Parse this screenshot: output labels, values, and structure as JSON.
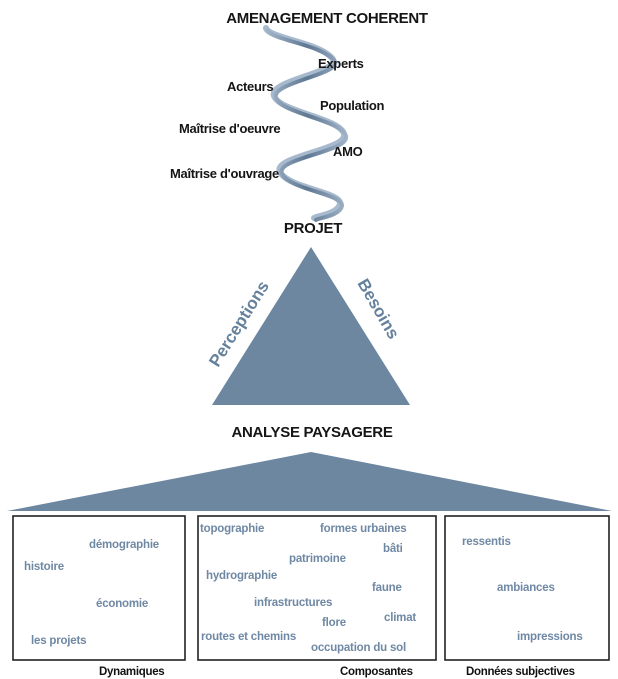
{
  "title": "AMENAGEMENT COHERENT",
  "spiral_labels": {
    "experts": "Experts",
    "acteurs": "Acteurs",
    "population": "Population",
    "maitrise_oeuvre": "Maîtrise d'oeuvre",
    "amo": "AMO",
    "maitrise_ouvrage": "Maîtrise d'ouvrage"
  },
  "projet_label": "PROJET",
  "triangle": {
    "left_label": "Perceptions",
    "right_label": "Besoins"
  },
  "analyse_label": "ANALYSE PAYSAGERE",
  "boxes": {
    "dynamiques": {
      "title": "Dynamiques",
      "items": [
        "démographie",
        "histoire",
        "économie",
        "les projets"
      ]
    },
    "composantes": {
      "title": "Composantes",
      "items": [
        "topographie",
        "formes urbaines",
        "bâti",
        "patrimoine",
        "hydrographie",
        "faune",
        "infrastructures",
        "climat",
        "flore",
        "routes et chemins",
        "occupation du sol"
      ]
    },
    "subjectives": {
      "title": "Données subjectives",
      "items": [
        "ressentis",
        "ambiances",
        "impressions"
      ]
    }
  },
  "colors": {
    "shape_fill": "#6d87a1",
    "helix_dark": "#5f7893",
    "helix_light": "#a3b6ca",
    "blue_text": "#6f88a4",
    "dark_text": "#151515"
  }
}
